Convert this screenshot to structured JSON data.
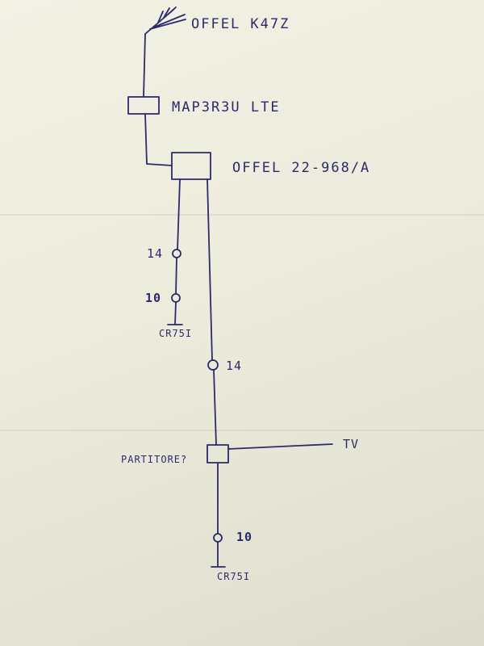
{
  "antenna": {
    "label": "OFFEL K47Z"
  },
  "modem": {
    "label": "MAP3R3U LTE"
  },
  "adapter": {
    "label": "OFFEL 22-968/A"
  },
  "left_branch": {
    "connector_top": "14",
    "connector_bottom": "10",
    "termination": "CR75I"
  },
  "right_branch": {
    "connector_top": "14",
    "splitter_label": "PARTITORE?",
    "tv_label": "TV",
    "connector_bottom": "10",
    "termination": "CR75I"
  },
  "colors": {
    "ink": "#2b2a6a",
    "paper": "#efeedf"
  }
}
